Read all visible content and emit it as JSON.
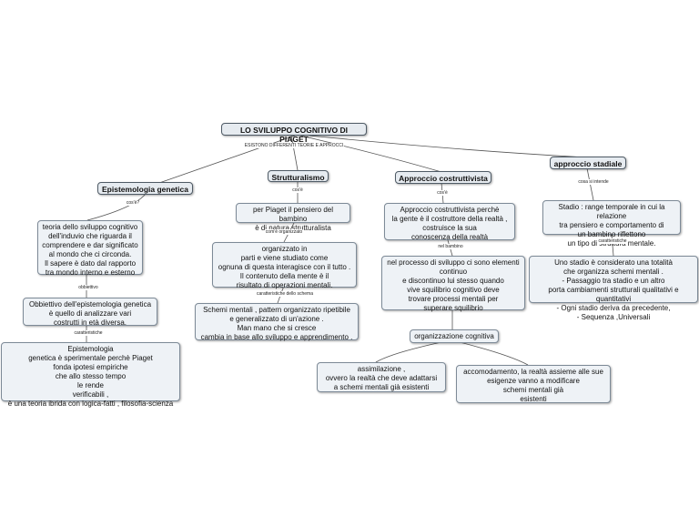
{
  "root": "LO SVILUPPO COGNITIVO DI PIAGET",
  "root_link": "ESISTONO DIFFERENTI TEORIE E APPROCCI",
  "branches": {
    "epistemologia": {
      "title": "Epistemologia genetica",
      "link1": "cos'è?",
      "def": "teoria dello sviluppo cognitivo\ndell'induvio che riguarda il\ncomprendere e dar significato\nal mondo che ci circonda.\nIl sapere è dato dal rapporto\ntra mondo interno e esterno",
      "link2": "obbiettivo",
      "obiettivo": "Obbiettivo dell'epistemologia genetica\nè quello di analizzare vari\ncostrutti in età diversa.",
      "link3": "caratteristiche",
      "caratteristiche": "Epistemologia\ngenetica è sperimentale perchè Piaget\nfonda ipotesi empiriche\nche allo stesso tempo\nle rende\nverificabili ,\nè una teoria ibrida con logica-fatti , filosofia-scienza"
    },
    "strutturalismo": {
      "title": "Strutturalismo",
      "link1": "cos'è",
      "def": "per Piaget il pensiero del bambino\nè di natura strutturalista",
      "link2": "com'è organizzato",
      "organizzato": "organizzato in\nparti e viene studiato come\nognuna di questa interagisce con il tutto .\nIl contenuto della mente è il\nrisultato di operazioni mentali.",
      "link3": "caratteristiche dello schema",
      "schemi": "Schemi mentali , pattern organizzato ripetibile\ne generalizzato di un'azione .\nMan mano che si cresce\ncambia in base allo sviluppo e apprendimento ."
    },
    "costruttivista": {
      "title": "Approccio costruttivista",
      "link1": "cos'è",
      "def": "Approccio costruttivista perchè\nla gente è il costruttore della realtà ,\ncostruisce la sua\nconoscenza della realtà",
      "link2": "nel bambino",
      "bambino": "nel processo di sviluppo ci sono elementi\ncontinuo\ne discontinuo lui stesso quando\nvive squilibrio cognitivo deve\ntrovare processi mentali per\nsuperare squilibrio",
      "organizzazione": "organizzazione cognitiva",
      "assimilazione": "assimilazione ,\novvero la realtà che deve adattarsi\na schemi mentali già esistenti",
      "accomodamento": "accomodamento, la realtà assieme alle sue\nesigenze vanno a modificare\nschemi mentali già\nesistenti"
    },
    "stadiale": {
      "title": "approccio stadiale",
      "link1": "cosa si intende",
      "def": "Stadio : range temporale in cui la relazione\ntra pensiero e comportamento di\nun bambino riflettono\nun tipo di struttura mentale.",
      "link2": "caratteristiche",
      "caratteristiche": "Uno stadio è considerato una totalità\nche organizza schemi mentali .\n- Passaggio tra stadio e un altro\nporta cambiamenti strutturali qualitativi e quantitativi\n- Ogni stadio deriva da precedente,\n- Sequenza ,Universali"
    }
  }
}
